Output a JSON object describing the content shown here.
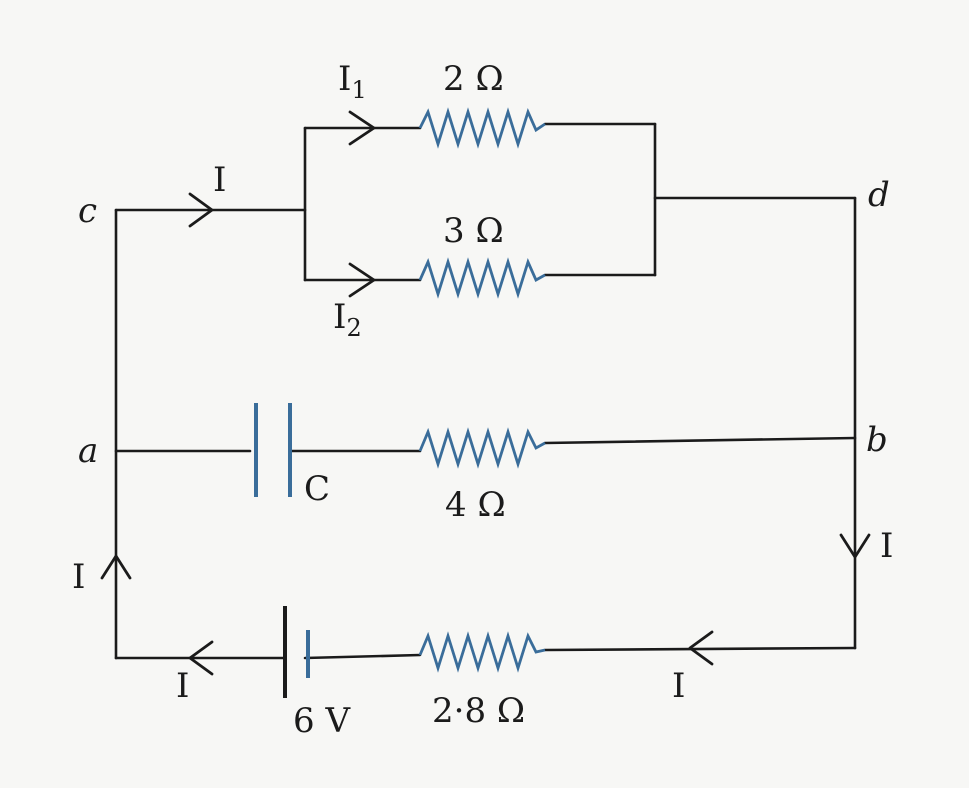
{
  "nodes": {
    "c": "c",
    "d": "d",
    "a": "a",
    "b": "b"
  },
  "currents": {
    "main": "I",
    "branch1": "I",
    "branch1_sub": "1",
    "branch2": "I",
    "branch2_sub": "2"
  },
  "components": {
    "r1": "2 Ω",
    "r2": "3 Ω",
    "r3": "4 Ω",
    "r4": "2·8 Ω",
    "capacitor": "C",
    "battery": "6 V"
  }
}
